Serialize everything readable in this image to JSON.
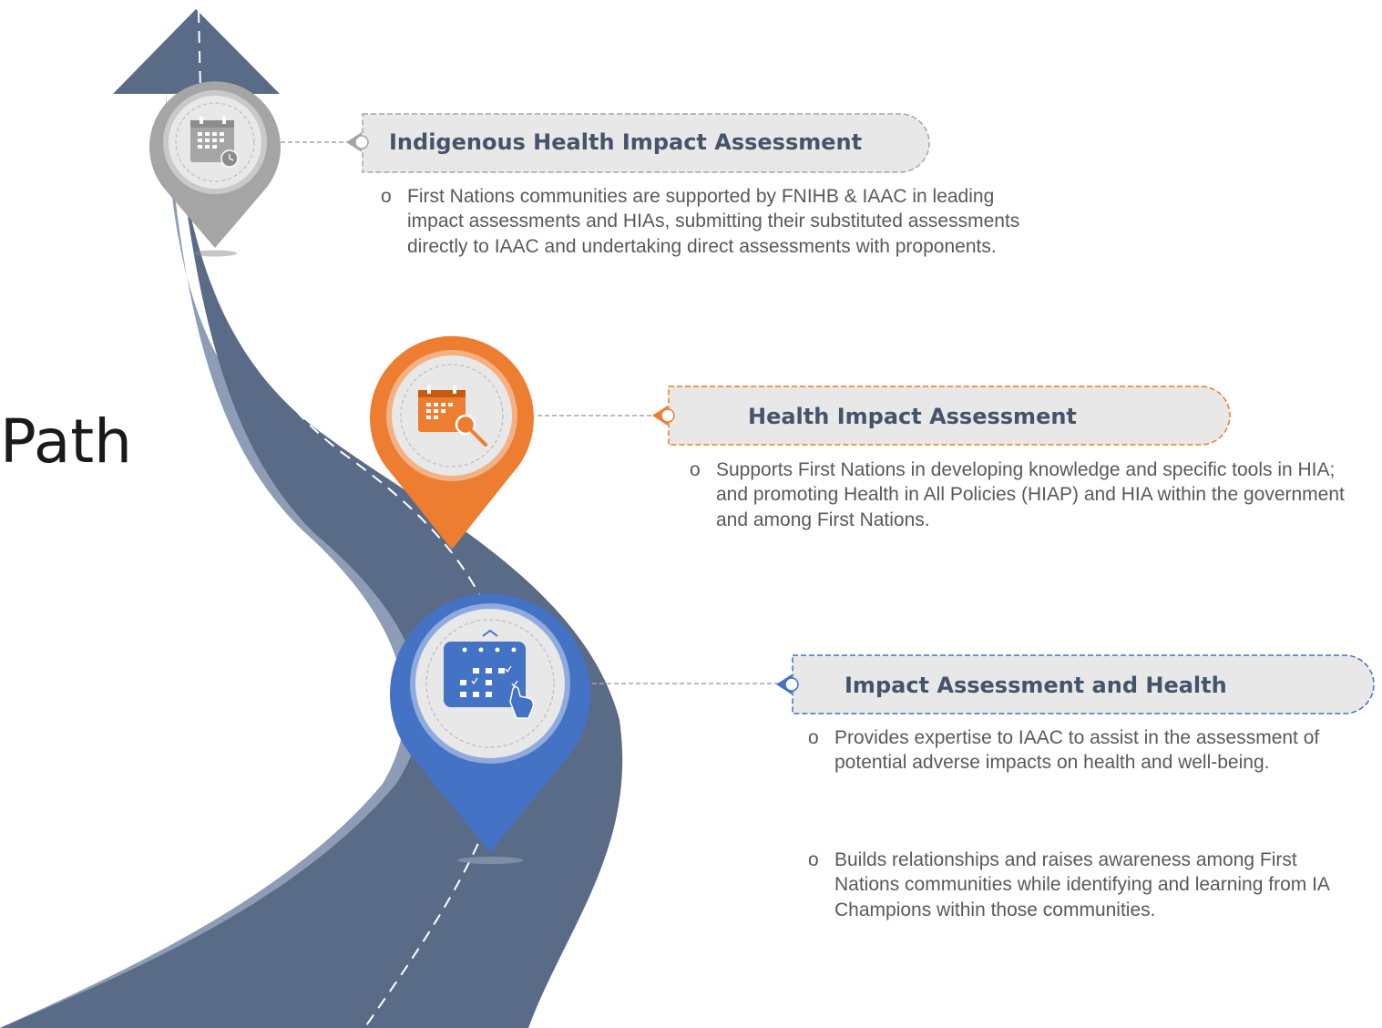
{
  "title": "Path",
  "stages": [
    {
      "title": "Indigenous Health Impact Assessment",
      "color": "#a5a5a5",
      "icon": "calendar-clock-icon",
      "bullets": [
        "First Nations communities are supported by FNIHB & IAAC in leading impact assessments and HIAs, submitting their substituted assessments directly to IAAC and undertaking direct assessments with proponents."
      ]
    },
    {
      "title": "Health Impact Assessment",
      "color": "#ed7d31",
      "icon": "calendar-search-icon",
      "bullets": [
        "Supports First Nations in developing knowledge and specific tools in HIA; and promoting Health in All Policies (HIAP) and HIA within the government and among First Nations."
      ]
    },
    {
      "title": "Impact Assessment and Health",
      "color": "#4472c4",
      "icon": "calendar-check-hand-icon",
      "bullets": [
        "Provides expertise to IAAC to assist in the assessment of potential adverse impacts on health and well-being.",
        "Builds relationships and raises awareness among First Nations communities while identifying and learning from IA Champions within those communities."
      ]
    }
  ],
  "colors": {
    "road": "#5a6b87",
    "road_edge": "#8e9db5",
    "title_text": "#44546a",
    "body_text": "#595959",
    "label_fill": "#e8e8e8"
  },
  "bullet_marker": "o"
}
